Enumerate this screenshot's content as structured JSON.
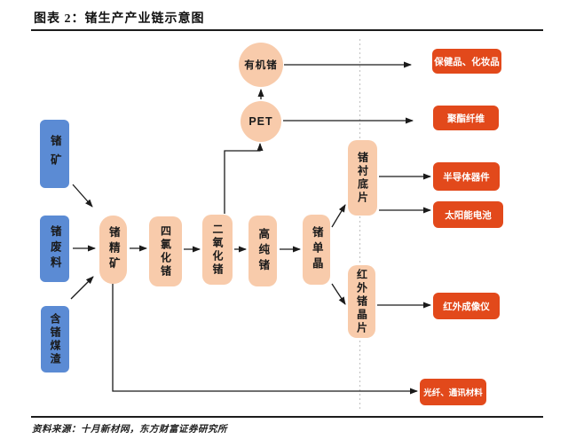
{
  "figure": {
    "title": "图表 2：锗生产产业链示意图",
    "source": "资料来源：十月新材网，东方财富证券研究所"
  },
  "colors": {
    "raw_material_blue": "#5B8BD4",
    "intermediate_peach": "#F8CBAB",
    "end_product_red": "#E2491B",
    "line_black": "#1A1A1A",
    "dashed_divider_gray": "#C5C5C5"
  },
  "nodes": {
    "ore": "锗矿",
    "waste": "锗废料",
    "coal_slag": "含锗煤渣",
    "concentrate": "锗精矿",
    "tetrachloride": "四氯化锗",
    "dioxide": "二氧化锗",
    "high_purity": "高纯锗",
    "single_crystal": "锗单晶",
    "organic_ge": "有机锗",
    "pet": "PET",
    "substrate": "锗衬底片",
    "ir_wafer": "红外锗晶片",
    "health_cosmetics": "保健品、化妆品",
    "polyester_fiber": "聚酯纤维",
    "semiconductor": "半导体器件",
    "solar_cell": "太阳能电池",
    "ir_imager": "红外成像仪",
    "optic_fiber": "光纤、通讯材料"
  }
}
